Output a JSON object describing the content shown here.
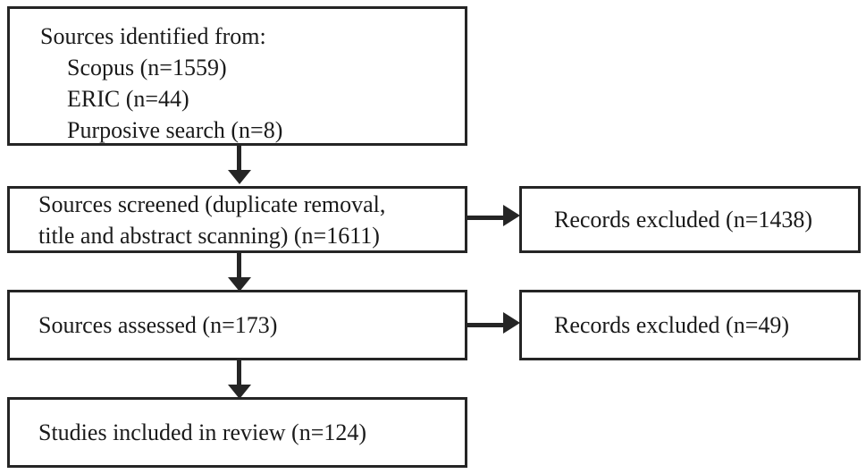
{
  "diagram": {
    "type": "prisma-flow-diagram",
    "colors": {
      "box_border": "#252525",
      "background": "#ffffff",
      "text": "#1a1a1a",
      "connector": "#252525"
    },
    "boxes": {
      "identification": {
        "lines": [
          "Sources identified from:",
          "Scopus (n=1559)",
          "ERIC (n=44)",
          "Purposive search (n=8)"
        ],
        "counts": {
          "scopus": 1559,
          "eric": 44,
          "purposive_search": 8
        }
      },
      "screened": {
        "lines": [
          "Sources screened (duplicate removal,",
          "title and abstract scanning) (n=1611)"
        ],
        "count": 1611
      },
      "excluded_screening": {
        "lines": [
          "Records excluded (n=1438)"
        ],
        "count": 1438
      },
      "assessed": {
        "lines": [
          "Sources assessed (n=173)"
        ],
        "count": 173
      },
      "excluded_assessment": {
        "lines": [
          "Records excluded (n=49)"
        ],
        "count": 49
      },
      "included": {
        "lines": [
          "Studies included in review (n=124)"
        ],
        "count": 124
      }
    }
  }
}
